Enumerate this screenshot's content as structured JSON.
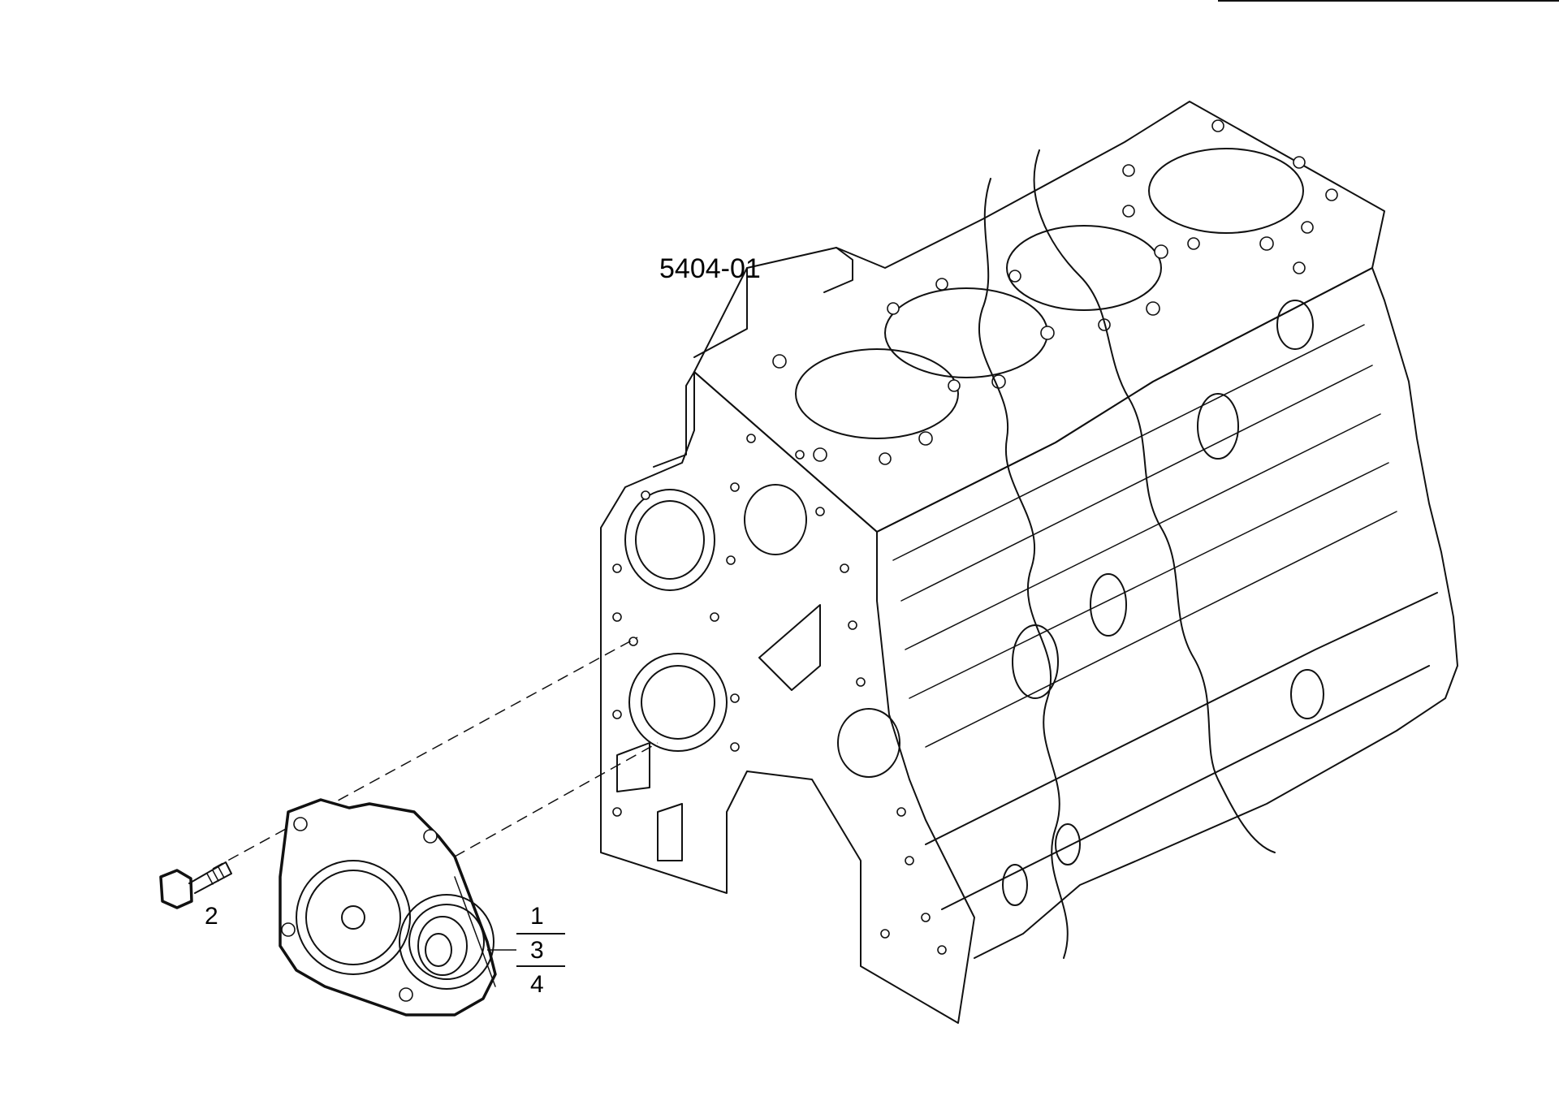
{
  "labels": {
    "assembly_ref": "5404-01",
    "callout_2": "2",
    "callout_1": "1",
    "callout_3": "3",
    "callout_4": "4"
  }
}
